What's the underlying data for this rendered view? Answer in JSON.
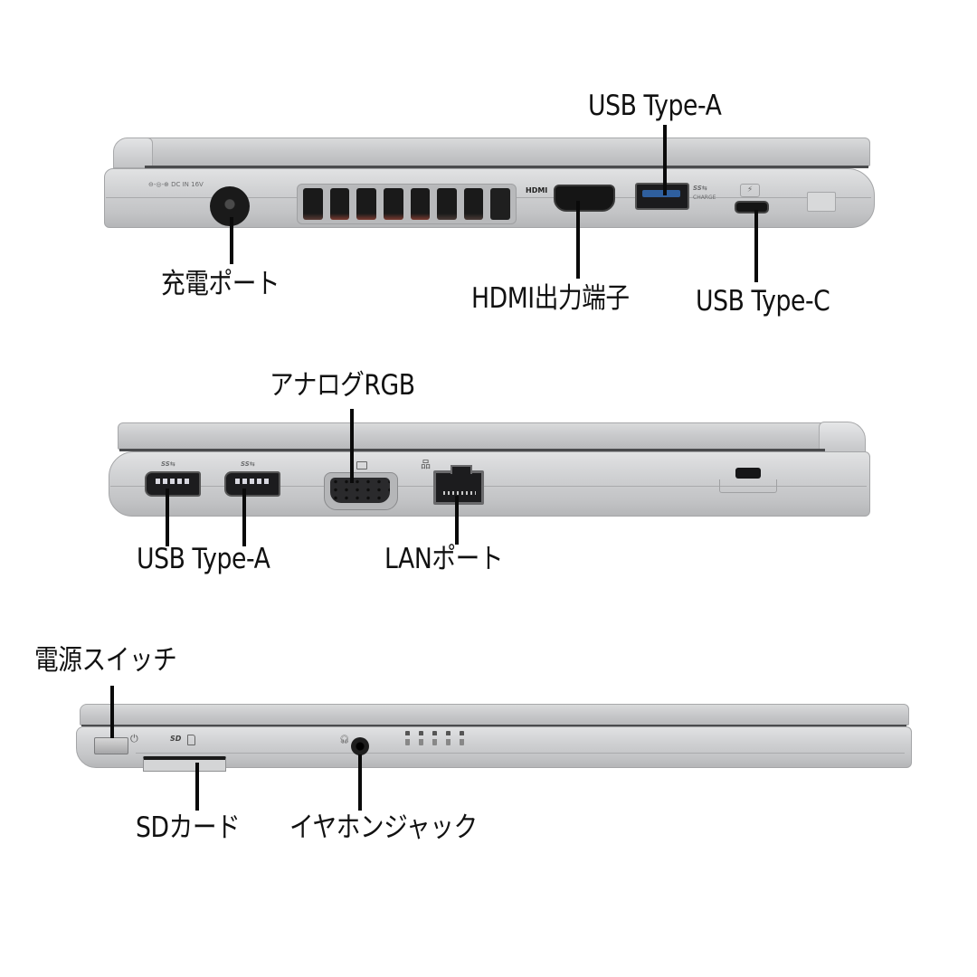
{
  "colors": {
    "background": "#ffffff",
    "label_text": "#111111",
    "leader_line": "#0a0a0a",
    "chassis_silver": "#c9cacc",
    "port_black": "#1c1c1e",
    "usb3_blue": "#2f5f9e"
  },
  "panels": [
    {
      "id": "right-side",
      "callouts": [
        {
          "label": "充電ポート",
          "port": "dc-in-jack"
        },
        {
          "label": "HDMI出力端子",
          "port": "hdmi-port"
        },
        {
          "label": "USB Type-A",
          "port": "usb-a-port"
        },
        {
          "label": "USB Type-C",
          "port": "usb-c-port"
        }
      ],
      "silkscreen": {
        "dc_in": "⊖-◎-⊕ DC IN 16V",
        "hdmi": "HDMI",
        "usb": "SS⇆",
        "charge": "CHARGE"
      }
    },
    {
      "id": "left-side",
      "callouts": [
        {
          "label": "アナログRGB",
          "port": "vga-port"
        },
        {
          "label": "USB Type-A",
          "port": "usb-a-ports"
        },
        {
          "label": "LANポート",
          "port": "lan-port"
        }
      ],
      "silkscreen": {
        "usb1": "SS⇆",
        "usb2": "SS⇆"
      }
    },
    {
      "id": "front-side",
      "callouts": [
        {
          "label": "電源スイッチ",
          "port": "power-switch"
        },
        {
          "label": "SDカード",
          "port": "sd-card-slot"
        },
        {
          "label": "イヤホンジャック",
          "port": "headphone-jack"
        }
      ],
      "indicator_leds": 5
    }
  ]
}
